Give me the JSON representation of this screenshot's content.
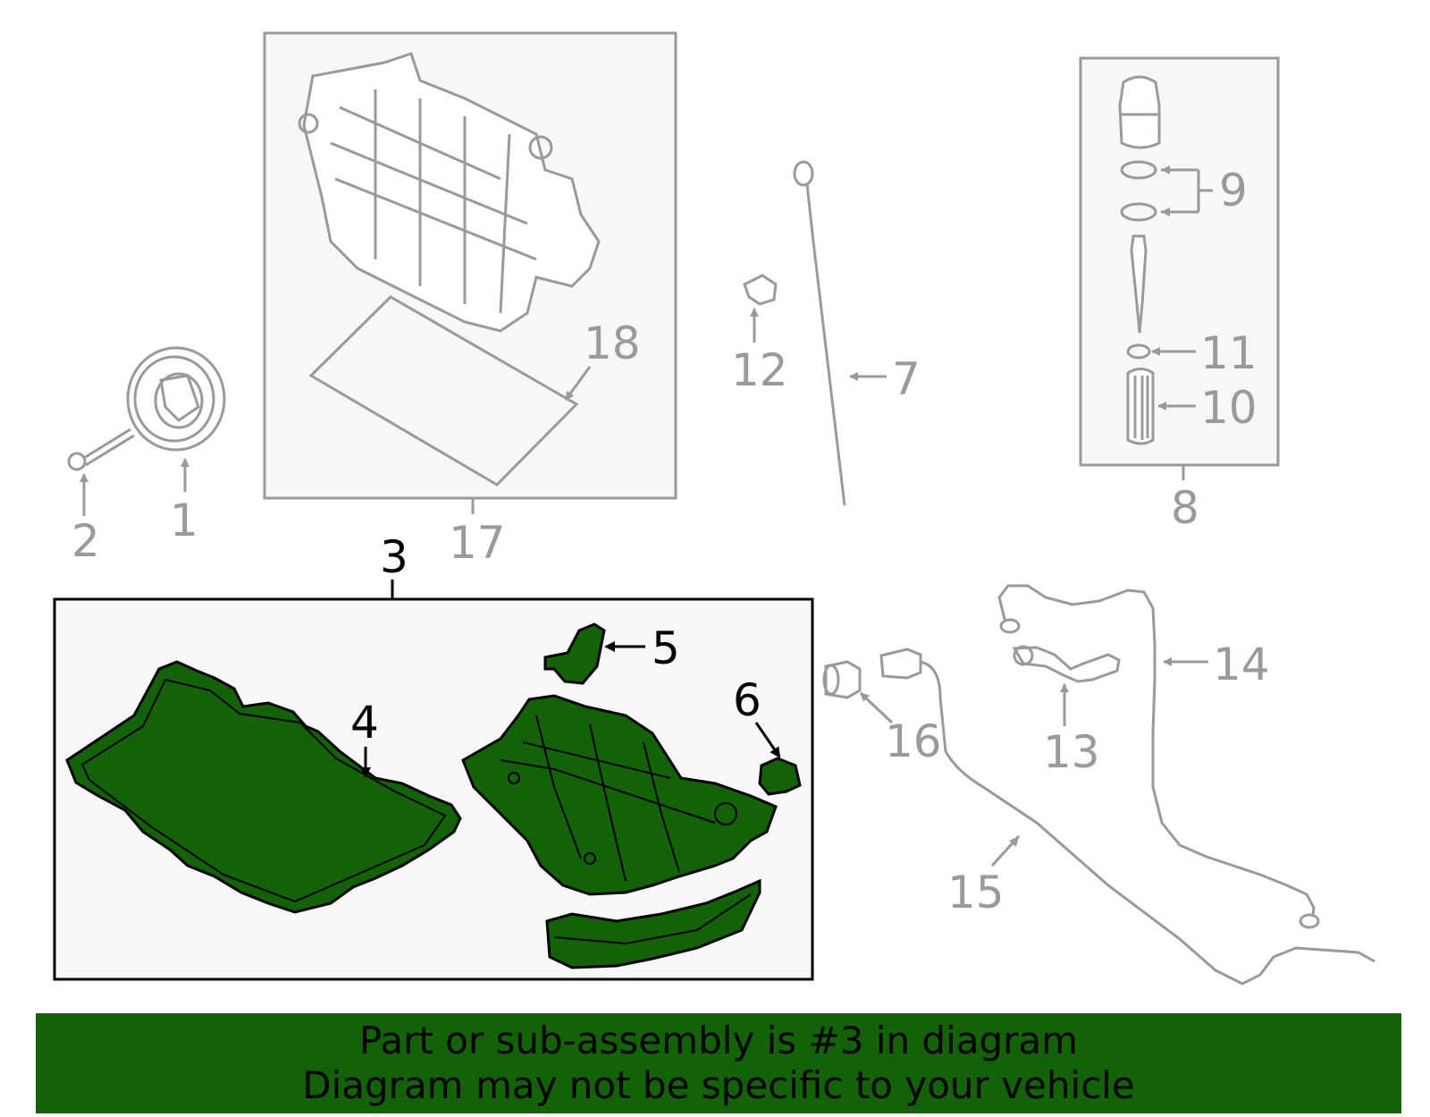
{
  "callouts": {
    "n1": "1",
    "n2": "2",
    "n3": "3",
    "n4": "4",
    "n5": "5",
    "n6": "6",
    "n7": "7",
    "n8": "8",
    "n9": "9",
    "n10": "10",
    "n11": "11",
    "n12": "12",
    "n13": "13",
    "n14": "14",
    "n15": "15",
    "n16": "16",
    "n17": "17",
    "n18": "18"
  },
  "highlighted_part": "3",
  "colors": {
    "highlight": "#136207",
    "outline_gray": "#9a9a9a",
    "panel_bg": "#f7f7f7"
  },
  "banner": {
    "line1": "Part or sub-assembly is #3 in diagram",
    "line2": "Diagram may not be specific to your vehicle"
  }
}
